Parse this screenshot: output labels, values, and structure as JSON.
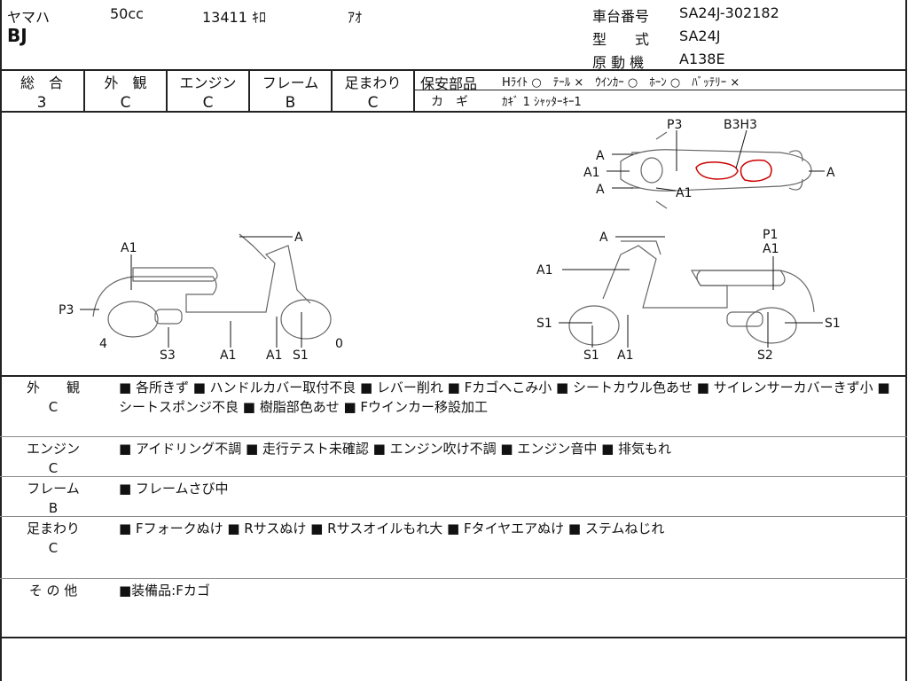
{
  "header": {
    "maker": "ヤマハ",
    "cc": "50cc",
    "mileage": "13411 ｷﾛ",
    "color": "ｱｵ",
    "model": "BJ",
    "frame_no_label": "車台番号",
    "frame_no": "SA24J-302182",
    "type_label": "型　　式",
    "type": "SA24J",
    "engine_label": "原 動 機",
    "engine": "A138E"
  },
  "grades": {
    "total": {
      "label": "総　合",
      "value": "3"
    },
    "exterior": {
      "label": "外　観",
      "value": "C"
    },
    "engine": {
      "label": "エンジン",
      "value": "C"
    },
    "frame": {
      "label": "フレーム",
      "value": "B"
    },
    "suspension": {
      "label": "足まわり",
      "value": "C"
    }
  },
  "safety": {
    "label": "保安部品",
    "items": "Hﾗｲﾄ ○　ﾃｰﾙ ×　ｳｲﾝｶｰ ○　ﾎｰﾝ ○　ﾊﾞｯﾃﾘｰ ×",
    "key_label": "カ　ギ",
    "key_value": "ｶｷﾞ 1 ｼｬｯﾀｰｷｰ1"
  },
  "diagram": {
    "top": {
      "A_1": "A",
      "A1_1": "A1",
      "A_2": "A",
      "P3": "P3",
      "B3H3": "B3H3",
      "A_3": "A",
      "A1_2": "A1"
    },
    "left": {
      "A": "A",
      "A1_top": "A1",
      "P3": "P3",
      "n4": "4",
      "S3": "S3",
      "A1_b1": "A1",
      "A1_b2": "A1",
      "S1": "S1",
      "n0": "0"
    },
    "right": {
      "A": "A",
      "P1": "P1",
      "A1_tr": "A1",
      "A1_l": "A1",
      "S1_l": "S1",
      "S1_r": "S1",
      "S1_b": "S1",
      "A1_b": "A1",
      "S2": "S2"
    }
  },
  "sections": [
    {
      "label": "外　　観",
      "grade": "C",
      "text": "■ 各所きず ■ ハンドルカバー取付不良 ■ レバー削れ ■ Fカゴへこみ小 ■ シートカウル色あせ ■ サイレンサーカバーきず小 ■ シートスポンジ不良 ■ 樹脂部色あせ ■ Fウインカー移設加工"
    },
    {
      "label": "エンジン",
      "grade": "C",
      "text": "■ アイドリング不調 ■ 走行テスト未確認 ■ エンジン吹け不調 ■ エンジン音中 ■ 排気もれ"
    },
    {
      "label": "フレーム",
      "grade": "B",
      "text": "■ フレームさび中"
    },
    {
      "label": "足まわり",
      "grade": "C",
      "text": "■ Fフォークぬけ ■ Rサスぬけ ■ Rサスオイルもれ大 ■ Fタイヤエアぬけ ■ ステムねじれ"
    },
    {
      "label": "そ の 他",
      "grade": "",
      "text": "■装備品:Fカゴ"
    }
  ]
}
